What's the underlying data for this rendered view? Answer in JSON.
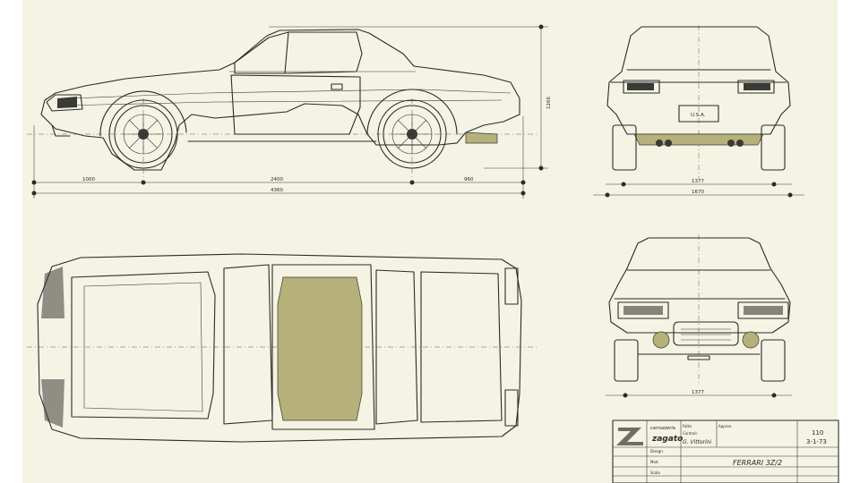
{
  "side_view": {
    "dim_front_overhang": "1000",
    "dim_wheelbase": "2400",
    "dim_rear_overhang": "960",
    "dim_overall_length": "4360",
    "dim_height": "1266"
  },
  "rear_view": {
    "plate_text": "U.S.A.",
    "dim_track": "1377",
    "dim_width": "1670"
  },
  "front_view": {
    "dim_track": "1377"
  },
  "title_block": {
    "company_small": "carrozzeria",
    "company_logo": "zagato",
    "drawing_number": "110",
    "date": "3-1-73",
    "title": "FERRARI 3Z/2",
    "signature": "G. Vittorini",
    "field_labels": [
      "Fatto",
      "Controll.",
      "Approv.",
      "Disegn.",
      "Mod.",
      "Scala"
    ]
  },
  "colors": {
    "paper": "#f4f3e4",
    "ink": "#2b2b28",
    "olive": "#b6b07a"
  }
}
